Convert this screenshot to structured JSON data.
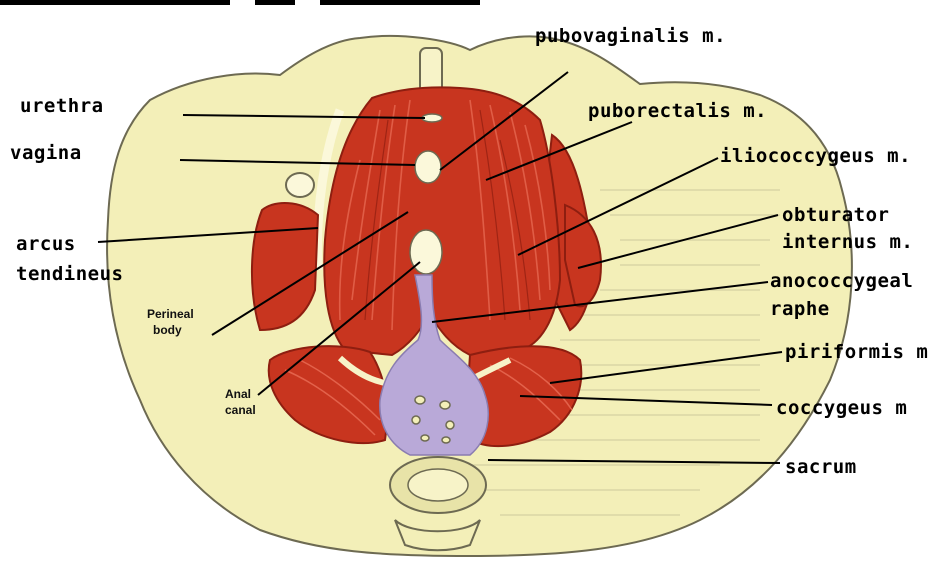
{
  "colors": {
    "pelvis_bone": "#f3efb8",
    "bone_outline": "#6d6a52",
    "muscle": "#c8351f",
    "muscle_dark": "#8e1e10",
    "muscle_fiber": "#e3624b",
    "anal_region": "#b9a9d8",
    "label_line": "#000000"
  },
  "icons": [
    "pelvic-floor-illustration"
  ],
  "labels": {
    "urethra": "urethra",
    "vagina": "vagina",
    "arcus_tendineus_1": "arcus",
    "arcus_tendineus_2": "tendineus",
    "pubovaginalis": "pubovaginalis m.",
    "puborectalis": "puborectalis m.",
    "iliococcygeus": "iliococcygeus m.",
    "obturator_1": "obturator",
    "obturator_2": "internus m.",
    "anococcygeal_1": "anococcygeal",
    "anococcygeal_2": "raphe",
    "piriformis": "piriformis m",
    "coccygeus": "coccygeus m",
    "sacrum": "sacrum",
    "perineal_1": "Perineal",
    "perineal_2": "body",
    "anal_1": "Anal",
    "anal_2": "canal"
  }
}
